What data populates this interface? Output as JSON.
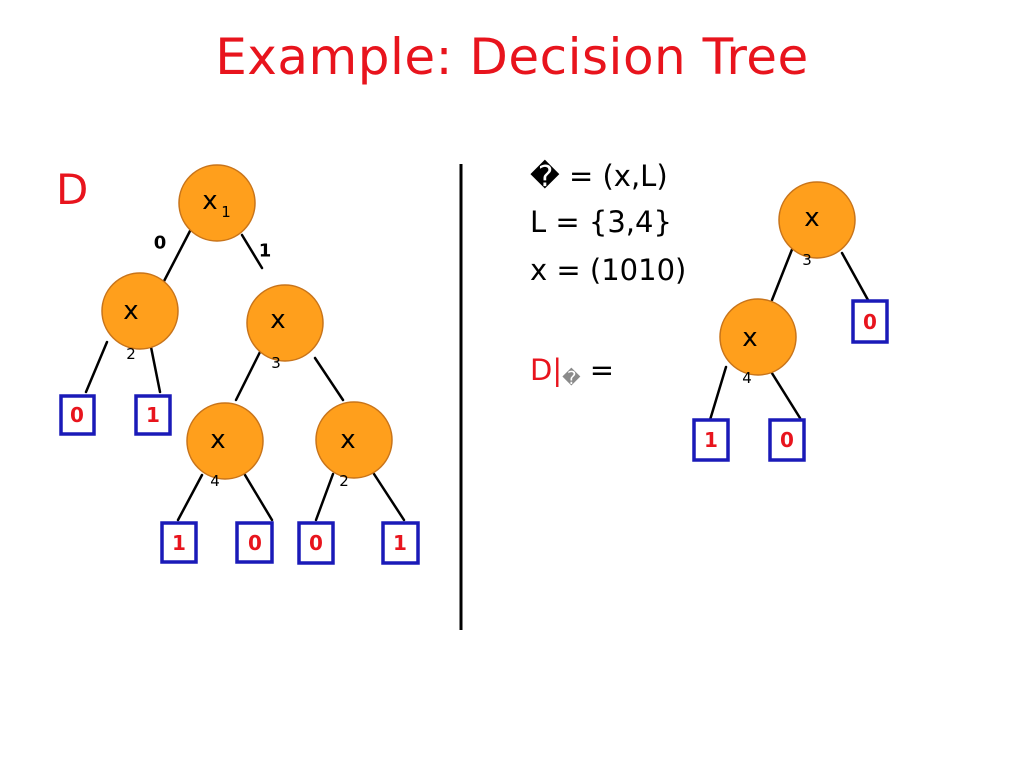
{
  "title": "Example: Decision Tree",
  "left": {
    "set_label": "D",
    "root": {
      "var": "x",
      "sub": "1",
      "edge_labels": [
        "0",
        "1"
      ],
      "children": [
        {
          "var": "x",
          "sub": "2",
          "leaves": [
            "0",
            "1"
          ]
        },
        {
          "var": "x",
          "sub": "3",
          "children": [
            {
              "var": "x",
              "sub": "4",
              "leaves": [
                "1",
                "0"
              ]
            },
            {
              "var": "x",
              "sub": "2",
              "leaves": [
                "0",
                "1"
              ]
            }
          ]
        }
      ]
    }
  },
  "right": {
    "definitions": [
      "� = (x,L)",
      "L = {3,4}",
      "x = (1010)"
    ],
    "restriction": {
      "set": "D",
      "bar": "|",
      "sub": "�",
      "eq": " ="
    },
    "root": {
      "var": "x",
      "sub": "3",
      "leaf": "0",
      "child": {
        "var": "x",
        "sub": "4",
        "leaves": [
          "1",
          "0"
        ]
      }
    }
  },
  "colors": {
    "title": "#e8141d",
    "node": "#ff9f1c",
    "leaf_border": "#1a1ab8",
    "leaf_text": "#e8141d"
  }
}
